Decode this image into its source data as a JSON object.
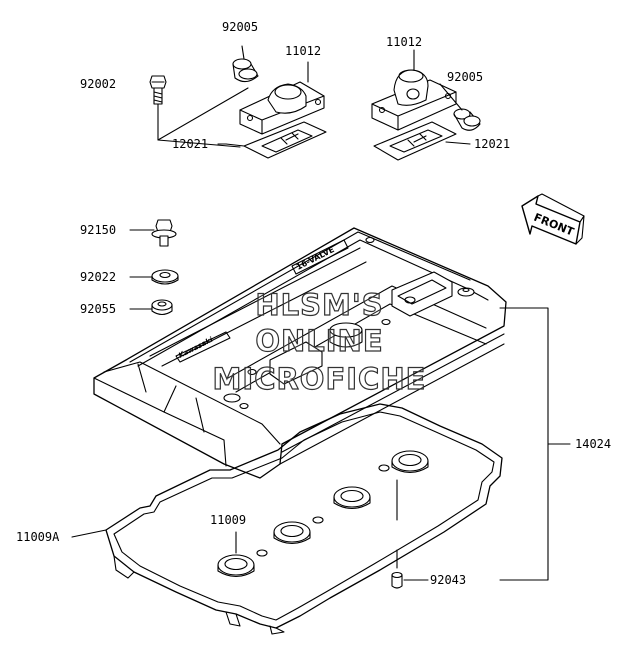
{
  "parts": {
    "p92005_top": "92005",
    "p11012_left": "11012",
    "p11012_right": "11012",
    "p92002": "92002",
    "p92005_right": "92005",
    "p12021_left": "12021",
    "p12021_right": "12021",
    "p92150": "92150",
    "p92022": "92022",
    "p92055": "92055",
    "p14024": "14024",
    "p11009": "11009",
    "p11009A": "11009A",
    "p92043": "92043"
  },
  "front_label": "FRONT",
  "cover_text": {
    "brand": "Kawasaki",
    "badge": "16-VALVE"
  },
  "watermark": {
    "line1": "HLSM'S",
    "line2": "ONLINE",
    "line3": "MICROFICHE"
  }
}
